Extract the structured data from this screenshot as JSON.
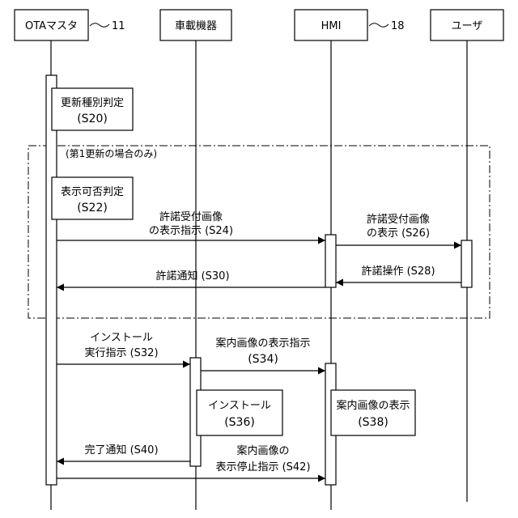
{
  "participants": [
    {
      "name": "OTAマスタ",
      "ref": "11"
    },
    {
      "name": "車載機器",
      "ref": ""
    },
    {
      "name": "HMI",
      "ref": "18"
    },
    {
      "name": "ユーザ",
      "ref": ""
    }
  ],
  "frame_label": "(第1更新の場合のみ)",
  "processes": {
    "s20": {
      "label": "更新種別判定",
      "step": "(S20)"
    },
    "s22": {
      "label": "表示可否判定",
      "step": "(S22)"
    },
    "s36": {
      "label": "インストール",
      "step": "(S36)"
    },
    "s38": {
      "label": "案内画像の表示",
      "step": "(S38)"
    }
  },
  "messages": {
    "s24": {
      "line1": "許諾受付画像",
      "line2": "の表示指示 (S24)"
    },
    "s26": {
      "line1": "許諾受付画像",
      "line2": "の表示 (S26)"
    },
    "s28": {
      "line1": "許諾操作 (S28)"
    },
    "s30": {
      "line1": "許諾通知 (S30)"
    },
    "s32": {
      "line1": "インストール",
      "line2": "実行指示 (S32)"
    },
    "s34": {
      "line1": "案内画像の表示指示",
      "line2": "(S34)"
    },
    "s40": {
      "line1": "完了通知 (S40)"
    },
    "s42": {
      "line1": "案内画像の",
      "line2": "表示停止指示 (S42)"
    }
  }
}
